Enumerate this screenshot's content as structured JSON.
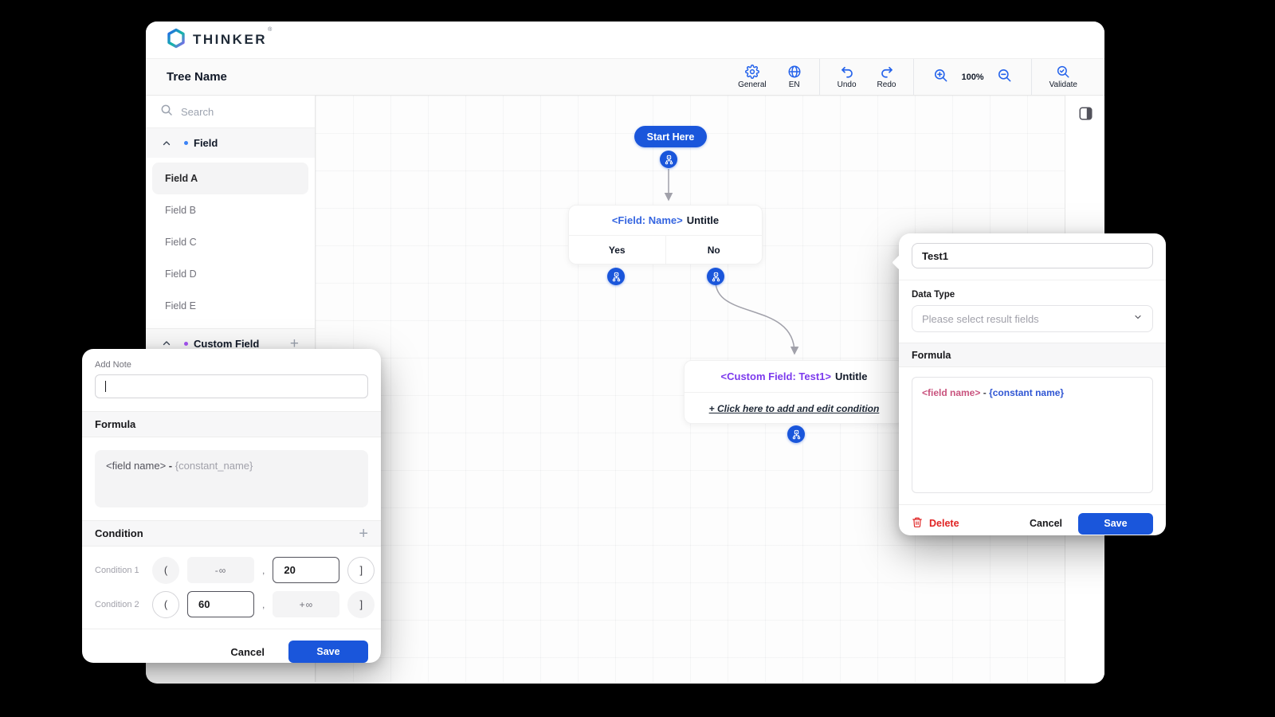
{
  "window": {
    "brand": "THINKER",
    "brand_mark": "®"
  },
  "toolbar": {
    "title": "Tree Name",
    "general": "General",
    "lang": "EN",
    "undo": "Undo",
    "redo": "Redo",
    "zoom_level": "100%",
    "validate": "Validate"
  },
  "sidebar": {
    "search_placeholder": "Search",
    "field_section": {
      "label": "Field",
      "items": [
        "Field A",
        "Field B",
        "Field C",
        "Field D",
        "Field E"
      ],
      "selected": "Field A"
    },
    "custom_section": {
      "label": "Custom Field"
    }
  },
  "canvas": {
    "start_label": "Start Here",
    "field_node": {
      "tag": "<Field: Name>",
      "title": "Untitle",
      "yes": "Yes",
      "no": "No"
    },
    "custom_node": {
      "tag": "<Custom Field: Test1>",
      "title": "Untitle",
      "link": "+ Click here to add and edit condition"
    }
  },
  "note_modal": {
    "note_label": "Add Note",
    "note_value": "",
    "formula_label": "Formula",
    "formula": {
      "field": "<field name>",
      "operator": "-",
      "constant": "{constant_name}"
    },
    "condition_label": "Condition",
    "conditions": [
      {
        "label": "Condition 1",
        "open": "(",
        "low": "-∞",
        "separator": ",",
        "high": "20",
        "close": "]"
      },
      {
        "label": "Condition 2",
        "open": "(",
        "low": "60",
        "separator": ",",
        "high": "+∞",
        "close": "]"
      }
    ],
    "cancel": "Cancel",
    "save": "Save"
  },
  "result_modal": {
    "name_value": "Test1",
    "data_type_label": "Data Type",
    "select_placeholder": "Please select result fields",
    "formula_label": "Formula",
    "formula": {
      "field": "<field name>",
      "operator": "-",
      "constant": "{constant name}"
    },
    "delete": "Delete",
    "cancel": "Cancel",
    "save": "Save"
  },
  "colors": {
    "primary": "#1a56db",
    "field_tag_blue": "#3565e0",
    "custom_tag_purple": "#7c3aed",
    "delete_red": "#e02424",
    "field_dot": "#3b82f6",
    "custom_dot": "#a855f7"
  }
}
